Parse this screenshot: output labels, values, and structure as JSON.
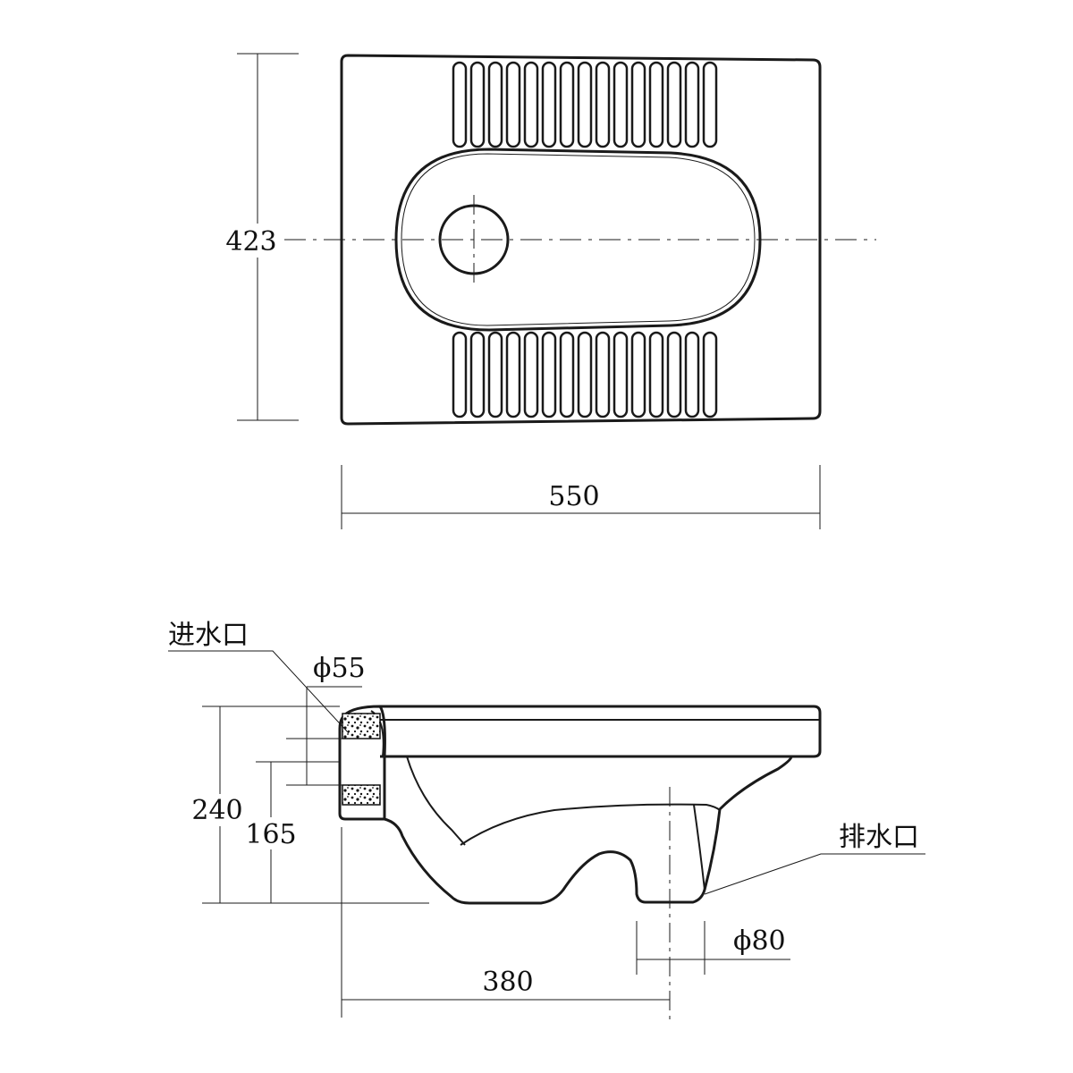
{
  "plan_view": {
    "dim_width": "550",
    "dim_depth": "423"
  },
  "side_view": {
    "inlet_label": "进水口",
    "outlet_label": "排水口",
    "inlet_diameter": "ϕ55",
    "outlet_diameter": "ϕ80",
    "dim_height": "240",
    "dim_inlet_height": "165",
    "dim_outlet_distance": "380"
  }
}
